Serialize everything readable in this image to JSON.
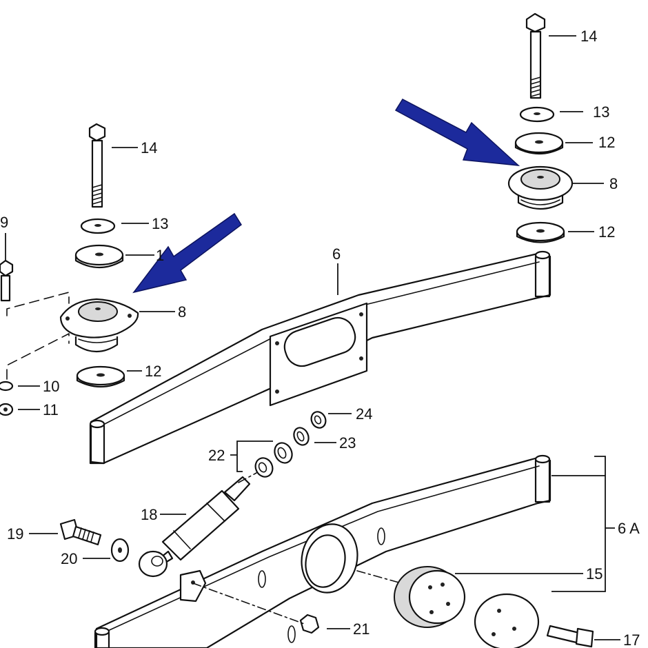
{
  "labels": {
    "l14a": "14",
    "l13a": "13",
    "l12a": "12",
    "l8a": "8",
    "l12b": "12",
    "l14b": "14",
    "l13b": "13",
    "l12c": "1",
    "l8b": "8",
    "l12d": "12",
    "l9": "9",
    "l10": "10",
    "l11": "11",
    "l6": "6",
    "l24": "24",
    "l23": "23",
    "l22": "22",
    "l18": "18",
    "l19": "19",
    "l20": "20",
    "l21": "21",
    "l15": "15",
    "l17": "17",
    "l6A": "6 A"
  },
  "colors": {
    "arrow": "#1c2a9c",
    "line": "#111111",
    "background": "#ffffff"
  }
}
